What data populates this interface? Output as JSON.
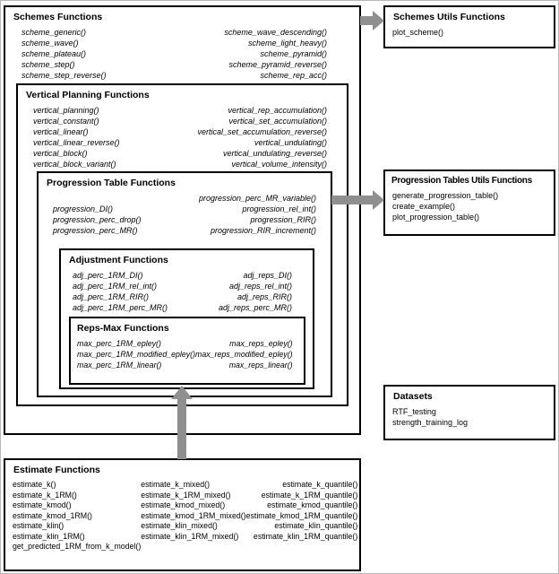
{
  "colors": {
    "border": "#000000",
    "arrow": "#8f8f8f",
    "background": "#ffffff"
  },
  "diagram": {
    "schemes": {
      "title": "Schemes Functions",
      "left": [
        "scheme_generic()",
        "scheme_wave()",
        "scheme_plateau()",
        "scheme_step()",
        "scheme_step_reverse()"
      ],
      "right": [
        "scheme_wave_descending()",
        "scheme_light_heavy()",
        "scheme_pyramid()",
        "scheme_pyramid_reverse()",
        "scheme_rep_acc()"
      ]
    },
    "vertical": {
      "title": "Vertical Planning Functions",
      "left": [
        "vertical_planning()",
        "vertical_constant()",
        "vertical_linear()",
        "vertical_linear_reverse()",
        "vertical_block()",
        "vertical_block_variant()"
      ],
      "right": [
        "vertical_rep_accumulation()",
        "vertical_set_accumulation()",
        "vertical_set_accumulation_reverse()",
        "vertical_undulating()",
        "vertical_undulating_reverse()",
        "vertical_volume_intensity()"
      ]
    },
    "progression": {
      "title": "Progression Table Functions",
      "left": [
        "progression_DI()",
        "progression_perc_drop()",
        "progression_perc_MR()"
      ],
      "right": [
        "progression_perc_MR_variable()",
        "progression_rel_int()",
        "progression_RIR()",
        "progression_RIR_increment()"
      ]
    },
    "adjustment": {
      "title": "Adjustment Functions",
      "left": [
        "adj_perc_1RM_DI()",
        "adj_perc_1RM_rel_int()",
        "adj_perc_1RM_RIR()",
        "adj_perc_1RM_perc_MR()"
      ],
      "right": [
        "adj_reps_DI()",
        "adj_reps_rel_int()",
        "adj_reps_RIR()",
        "adj_reps_perc_MR()"
      ]
    },
    "repsmax": {
      "title": "Reps-Max Functions",
      "left": [
        "max_perc_1RM_epley()",
        "max_perc_1RM_modified_epley()",
        "max_perc_1RM_linear()"
      ],
      "right": [
        "max_reps_epley()",
        "max_reps_modified_epley()",
        "max_reps_linear()"
      ]
    },
    "schemes_utils": {
      "title": "Schemes Utils Functions",
      "items": [
        "plot_scheme()"
      ]
    },
    "progression_utils": {
      "title": "Progression Tables Utils Functions",
      "items": [
        "generate_progression_table()",
        "create_example()",
        "plot_progression_table()"
      ]
    },
    "datasets": {
      "title": "Datasets",
      "items": [
        "RTF_testing",
        "strength_training_log"
      ]
    },
    "estimate": {
      "title": "Estimate Functions",
      "col1": [
        "estimate_k()",
        "estimate_k_1RM()",
        "estimate_kmod()",
        "estimate_kmod_1RM()",
        "estimate_klin()",
        "estimate_klin_1RM()",
        "get_predicted_1RM_from_k_model()"
      ],
      "col2": [
        "estimate_k_mixed()",
        "estimate_k_1RM_mixed()",
        "estimate_kmod_mixed()",
        "estimate_kmod_1RM_mixed()",
        "estimate_klin_mixed()",
        "estimate_klin_1RM_mixed()"
      ],
      "col3": [
        "estimate_k_quantile()",
        "estimate_k_1RM_quantile()",
        "estimate_kmod_quantile()",
        "estimate_kmod_1RM_quantile()",
        "estimate_klin_quantile()",
        "estimate_klin_1RM_quantile()"
      ]
    }
  }
}
